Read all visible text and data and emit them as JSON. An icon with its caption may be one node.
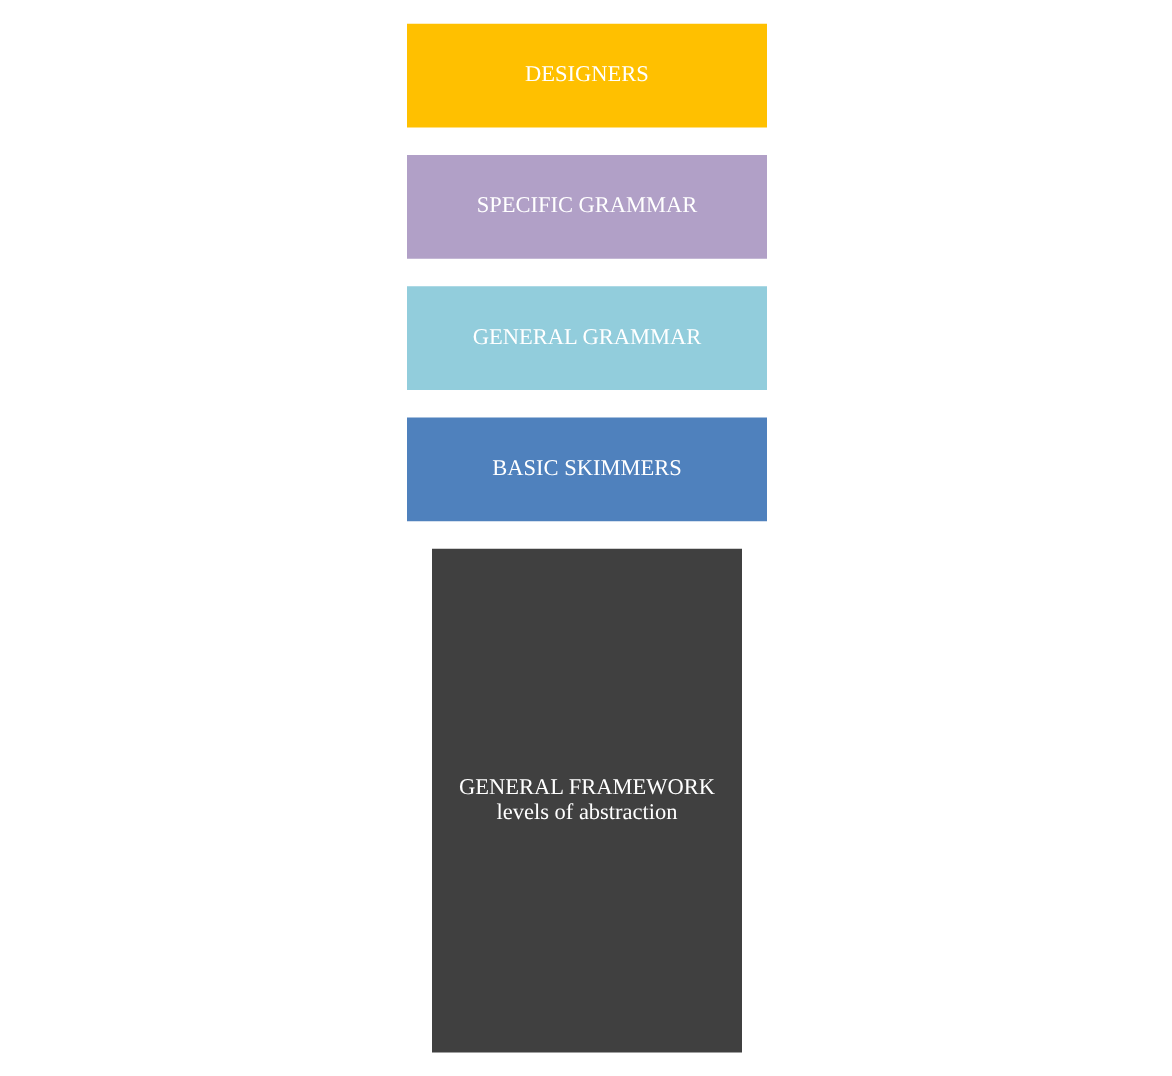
{
  "diagram": {
    "nodes": [
      {
        "text": [
          "GENERAL FRAMEWORK",
          "levels of abstraction"
        ]
      },
      {
        "text": [
          "BASIC SKIMMERS"
        ]
      },
      {
        "text": [
          "GENERAL GRAMMAR"
        ]
      },
      {
        "text": [
          "SPECIFIC GRAMMAR"
        ]
      },
      {
        "text": [
          "DESIGNERS"
        ]
      }
    ]
  }
}
